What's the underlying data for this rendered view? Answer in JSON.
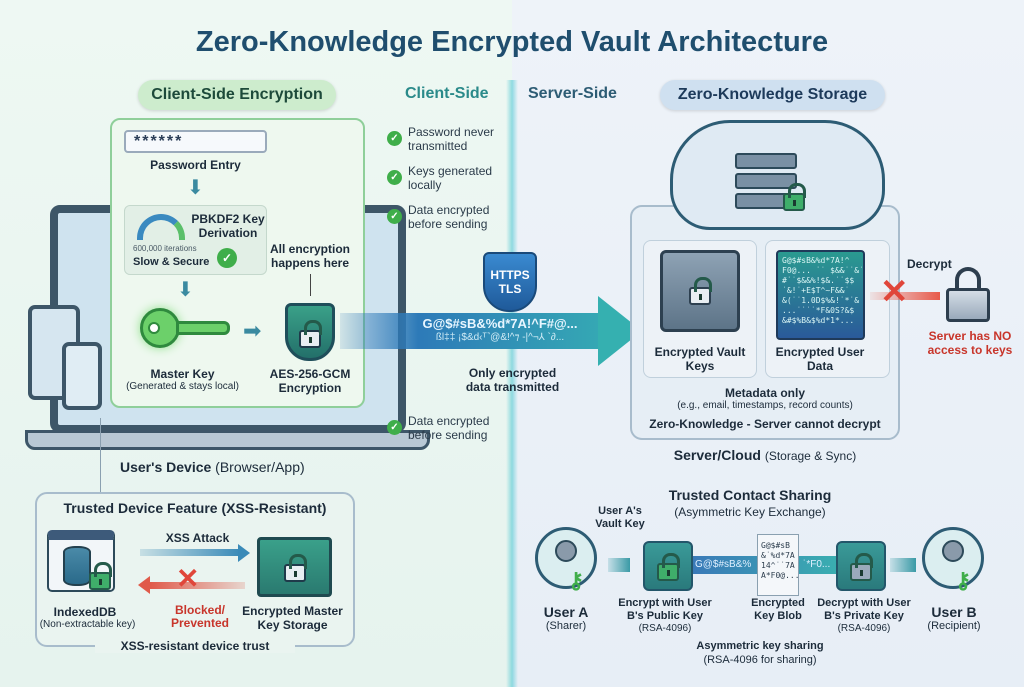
{
  "title": "Zero-Knowledge Encrypted Vault Architecture",
  "client": {
    "pill": "Client-Side Encryption",
    "side_label": "Client-Side",
    "password_value": "******",
    "password_label": "Password Entry",
    "pbkdf2_title": "PBKDF2 Key Derivation",
    "iterations": "600,000 iterations",
    "slow_secure": "Slow & Secure",
    "all_encryption": "All encryption happens here",
    "master_key": "Master Key",
    "master_key_sub": "(Generated & stays local)",
    "aes": "AES-256-GCM",
    "aes_sub": "Encryption",
    "device_label": "User's Device",
    "device_sub": "(Browser/App)"
  },
  "checklist": [
    "Password never transmitted",
    "Keys generated locally",
    "Data encrypted before sending",
    "Data encrypted before sending"
  ],
  "transit": {
    "tls": "HTTPS TLS",
    "cipher_line1": "G@$#sB&%d*7A!^F#@...",
    "cipher_line2": "ßl‡‡ ¡$&d‹ᵀ˺@&!^⁊ -|^¬⅄ ˋ∂...",
    "caption": "Only encrypted data transmitted"
  },
  "server": {
    "side_label": "Server-Side",
    "pill": "Zero-Knowledge Storage",
    "vault_keys": "Encrypted Vault Keys",
    "user_data": "Encrypted User Data",
    "cipher_blob": "G@$#sB&%d*7A!^\nF0@... ˙˙ $&&˙˙&˙\n#˙˙$&&%!$&.˙˙$$\n˙&!˙+E$T^~F&&˙\n&(˙˙1.0D$%&!˙*˙&\n...˙˙˙˙*F&0S?&$\n&#$%B&$%d*1*...",
    "decrypt": "Decrypt",
    "no_access": "Server has NO access to keys",
    "metadata": "Metadata only",
    "metadata_sub": "(e.g., email, timestamps, record counts)",
    "zk_note": "Zero-Knowledge - Server cannot decrypt",
    "cloud_label": "Server/Cloud",
    "cloud_sub": "(Storage & Sync)"
  },
  "trusted_device": {
    "title": "Trusted Device Feature (XSS-Resistant)",
    "xss_attack": "XSS Attack",
    "indexeddb": "IndexedDB",
    "indexeddb_sub": "(Non-extractable key)",
    "blocked": "Blocked/ Prevented",
    "storage": "Encrypted Master Key Storage",
    "footer": "XSS-resistant device trust"
  },
  "sharing": {
    "title": "Trusted Contact Sharing",
    "subtitle": "(Asymmetric Key Exchange)",
    "vault_key": "User A's Vault Key",
    "user_a": "User A",
    "user_a_sub": "(Sharer)",
    "encrypt": "Encrypt with User B's Public Key",
    "encrypt_sub": "(RSA-4096)",
    "band_text": "G@$#sB&%",
    "band_text2": "˙*F0...",
    "blob_text": "G@$#sB\n&˙%d*7A\n14^˙˙7A\nA*F0@...",
    "blob_label": "Encrypted Key Blob",
    "decrypt": "Decrypt with User B's Private Key",
    "decrypt_sub": "(RSA-4096)",
    "user_b": "User B",
    "user_b_sub": "(Recipient)",
    "footer": "Asymmetric key sharing",
    "footer_sub": "(RSA-4096 for sharing)"
  },
  "colors": {
    "title": "#1f4e6e",
    "client_green": "#3fae4a",
    "teal": "#2a8a8a",
    "server_blue": "#2d5c74",
    "danger": "#d03a2f"
  }
}
